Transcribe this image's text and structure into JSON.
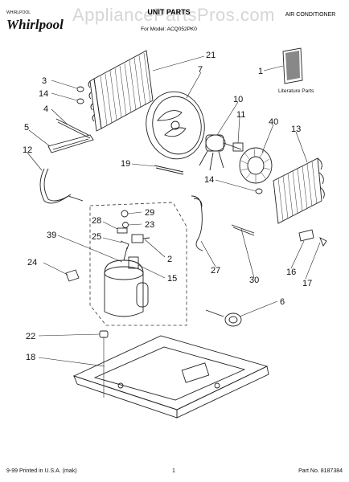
{
  "header": {
    "brand": "Whirlpool",
    "watermark": "AppliancePartsPros.com",
    "heading": "UNIT PARTS",
    "model_line": "For Model: ACQ052PK0",
    "category": "AIR CONDITIONER"
  },
  "literature": {
    "label": "Literature Parts"
  },
  "callouts": [
    "21",
    "1",
    "3",
    "14",
    "7",
    "4",
    "10",
    "11",
    "40",
    "13",
    "5",
    "12",
    "19",
    "14",
    "29",
    "28",
    "23",
    "39",
    "25",
    "2",
    "24",
    "15",
    "27",
    "30",
    "16",
    "17",
    "6",
    "22",
    "18"
  ],
  "footer": {
    "left": "9-99 Printed in U.S.A. (mak)",
    "center": "1",
    "right": "Part No. 8187384"
  }
}
